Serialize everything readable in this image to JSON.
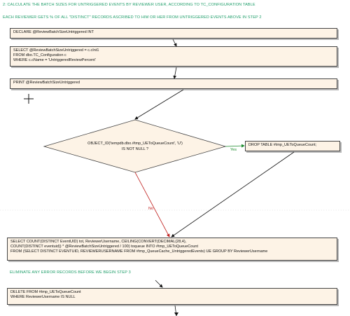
{
  "notes": {
    "step2_title": "2: CALCULATE THE BATCH SIZES FOR UNTRIGGERED EVENTS BY REVIEWER USER, ACCORDING TO TC_CONFIGURATION TABLE",
    "step2_subtitle": "EACH REVIEWER GETS % OF ALL \"DISTINCT\" RECORDS ASCRIBED TO HIM OR HER FROM UNTRIGGERED EVENTS ABOVE IN STEP 2",
    "eliminate_errors": "ELIMINATE ANY ERROR RECORDS BEFORE WE BEGIN STEP 3"
  },
  "boxes": {
    "declare": [
      "DECLARE @ReviewBatchSizeUntriggered INT"
    ],
    "select_config": [
      "SELECT @ReviewBatchSizeUntriggered = c.cInt1",
      "FROM dbo.TC_Configuration c",
      "WHERE c.cName = 'UntriggeredReviewPercent'"
    ],
    "print": [
      "PRINT @ReviewBatchSizeUntriggered"
    ],
    "drop_table": [
      "DROP TABLE #tmp_UEToQueueCount;"
    ],
    "select_into": [
      "SELECT COUNT(DISTINCT EventUID) tot, ReviewerUsername, CEILING(CONVERT(DECIMAL(28,4),",
      "COUNT(DISTINCT eventuid)) * @ReviewBatchSizeUntriggered / 100) toqueue INTO #tmp_UEToQueueCount",
      "FROM (SELECT DISTINCT EVENTUID, REVIEWERUSERNAME FROM #tmp_QueueCache_UntriggeredEvents) UE GROUP BY ReviewerUsername"
    ],
    "delete": [
      "DELETE FROM #tmp_UEToQueueCount",
      "WHERE ReviewerUsername IS NULL"
    ]
  },
  "decision": {
    "line1": "OBJECT_ID('tempdb.dbo.#tmp_UEToQueueCount', 'U')",
    "line2": "IS NOT NULL ?",
    "yes_label": "Yes",
    "no_label": "No"
  },
  "colors": {
    "note_text": "#1f9e6a",
    "box_fill": "#fdf3e6",
    "yes_arrow": "#1a8a2a",
    "no_arrow": "#c0201e",
    "flow_arrow": "#111111"
  }
}
